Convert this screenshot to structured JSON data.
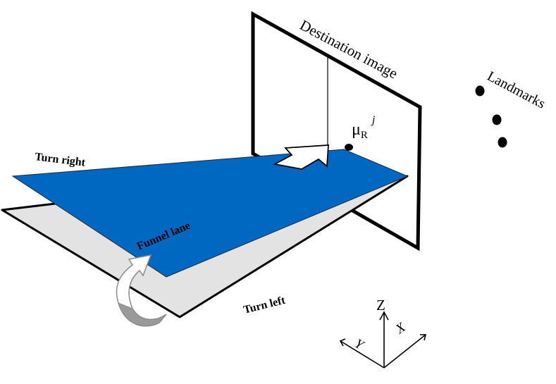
{
  "labels": {
    "destination_image": "Destination image",
    "landmarks": "Landmarks",
    "mu_symbol": "μ",
    "mu_subscript": "R",
    "mu_superscript": "j",
    "turn_right": "Turn right",
    "funnel_lane": "Funnel lane",
    "turn_left": "Turn left",
    "axis_z": "Z",
    "axis_y": "Y",
    "axis_x": "X"
  },
  "colors": {
    "funnel_blue": "#0068c0",
    "lower_plane_gray": "#e3e3e3",
    "outline": "#000000"
  }
}
